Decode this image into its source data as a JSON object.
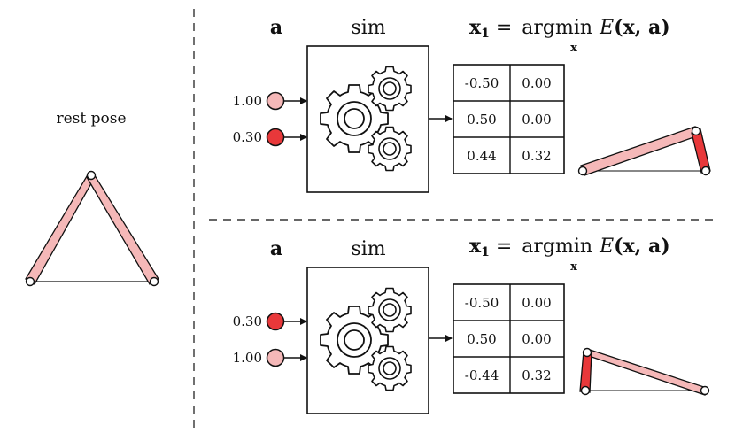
{
  "rest_pose": {
    "label": "rest pose"
  },
  "colors": {
    "light": "#f5b8b8",
    "strong": "#e8383a",
    "stroke": "#111111"
  },
  "panels": [
    {
      "a_label": "a",
      "sim_label": "sim",
      "equation": {
        "lhs": "x",
        "lhs_sub": "1",
        "eq": " = ",
        "op": "argmin",
        "op_sub": "x",
        "fn": "E",
        "args": "(x, a)"
      },
      "inputs": [
        {
          "value": "1.00",
          "color": "light"
        },
        {
          "value": "0.30",
          "color": "strong"
        }
      ],
      "table": [
        [
          "-0.50",
          "0.00"
        ],
        [
          "0.50",
          "0.00"
        ],
        [
          "0.44",
          "0.32"
        ]
      ],
      "result_icon": "stretched-right-shape"
    },
    {
      "a_label": "a",
      "sim_label": "sim",
      "equation": {
        "lhs": "x",
        "lhs_sub": "1",
        "eq": " = ",
        "op": "argmin",
        "op_sub": "x",
        "fn": "E",
        "args": "(x, a)"
      },
      "inputs": [
        {
          "value": "0.30",
          "color": "strong"
        },
        {
          "value": "1.00",
          "color": "light"
        }
      ],
      "table": [
        [
          "-0.50",
          "0.00"
        ],
        [
          "0.50",
          "0.00"
        ],
        [
          "-0.44",
          "0.32"
        ]
      ],
      "result_icon": "stretched-left-shape"
    }
  ]
}
